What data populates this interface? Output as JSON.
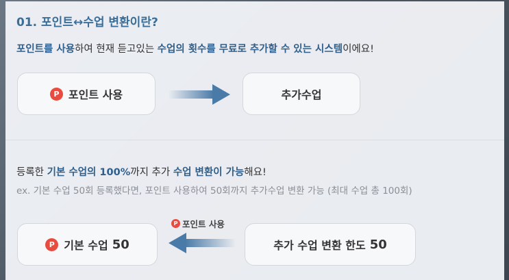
{
  "section1": {
    "title": "01. 포인트↔수업 변환이란?",
    "desc_bold1": "포인트를 사용",
    "desc_plain1": "하여 현재 듣고있는 ",
    "desc_bold2": "수업의 횟수를 무료로 추가할 수 있는 시스템",
    "desc_plain2": "이에요!",
    "box_left_label": "포인트 사용",
    "box_right_label": "추가수업",
    "point_icon": "P"
  },
  "section2": {
    "line1_plain1": "등록한 ",
    "line1_bold1": "기본 수업의 100%",
    "line1_plain2": "까지 추가 ",
    "line1_bold2": "수업 변환이 가능",
    "line1_plain3": "해요!",
    "example": "ex. 기본 수업 50회 등록했다면, 포인트 사용하여 50회까지 추가수업 변환 가능 (최대 수업 총 100회)",
    "arrow_label": "포인트 사용",
    "box_left_label": "기본 수업",
    "box_left_value": "50",
    "box_right_label": "추가 수업 변환 한도",
    "box_right_value": "50",
    "point_icon": "P"
  },
  "colors": {
    "accent_blue": "#3b6e99",
    "point_red": "#e84b3f"
  }
}
